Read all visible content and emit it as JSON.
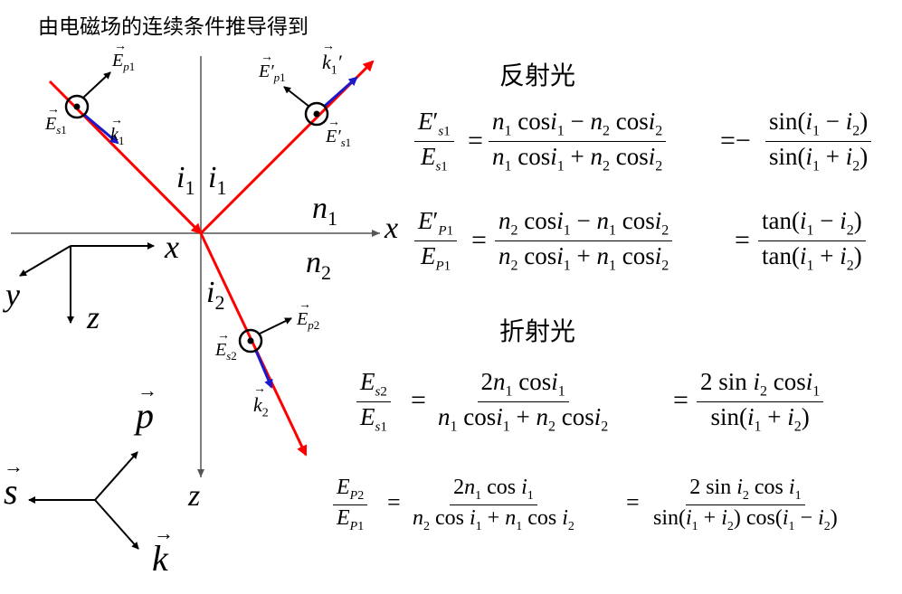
{
  "title": "由电磁场的连续条件推导得到",
  "diagram": {
    "axis_x_main": "x",
    "axis_z_main": "z",
    "n1": "n1",
    "n2": "n2",
    "angle_incident": "i1",
    "angle_reflected": "i1",
    "angle_refracted": "i2",
    "coord_x": "x",
    "coord_y": "y",
    "coord_z": "z",
    "incident_E_p": "E p1",
    "incident_E_s": "E s1",
    "incident_k": "k1",
    "reflected_E_p": "E'p1",
    "reflected_E_s": "E's1",
    "reflected_k": "k'1",
    "refracted_E_p": "E p2",
    "refracted_E_s": "E s2",
    "refracted_k": "k2",
    "basis_p": "p",
    "basis_s": "s",
    "basis_k": "k",
    "colors": {
      "ray": "#ff0000",
      "wavevector": "#1a1acc",
      "axis": "#555555"
    }
  },
  "sections": {
    "reflection": "反射光",
    "refraction": "折射光"
  },
  "formulas": {
    "rs": "E's1/Es1 = (n1 cos i1 − n2 cos i2)/(n1 cos i1 + n2 cos i2) = −sin(i1 − i2)/sin(i1 + i2)",
    "rp": "E'P1/EP1 = (n2 cos i1 − n1 cos i2)/(n2 cos i1 + n1 cos i2) = tan(i1 − i2)/tan(i1 + i2)",
    "ts": "Es2/Es1 = 2n1 cos i1/(n1 cos i1 + n2 cos i2) = 2 sin i2 cos i1/sin(i1 + i2)",
    "tp": "EP2/EP1 = 2n1 cos i1/(n2 cos i1 + n1 cos i2) = 2 sin i2 cos i1/(sin(i1 + i2) cos(i1 − i2))"
  }
}
